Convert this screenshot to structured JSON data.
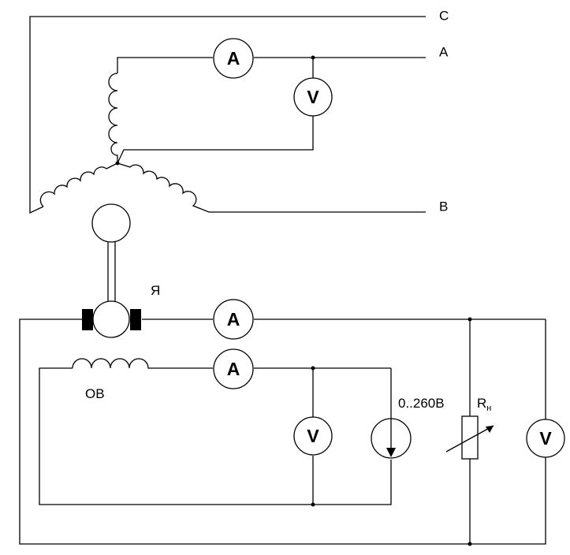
{
  "labels": {
    "phase_c": "C",
    "phase_a": "A",
    "phase_b": "B",
    "armature": "Я",
    "field_winding": "ОВ",
    "source_range": "0..260В",
    "load_r": "R",
    "load_r_sub": "н"
  },
  "meters": {
    "ammeter": "A",
    "voltmeter": "V"
  },
  "colors": {
    "line": "#000000",
    "background": "#ffffff"
  }
}
